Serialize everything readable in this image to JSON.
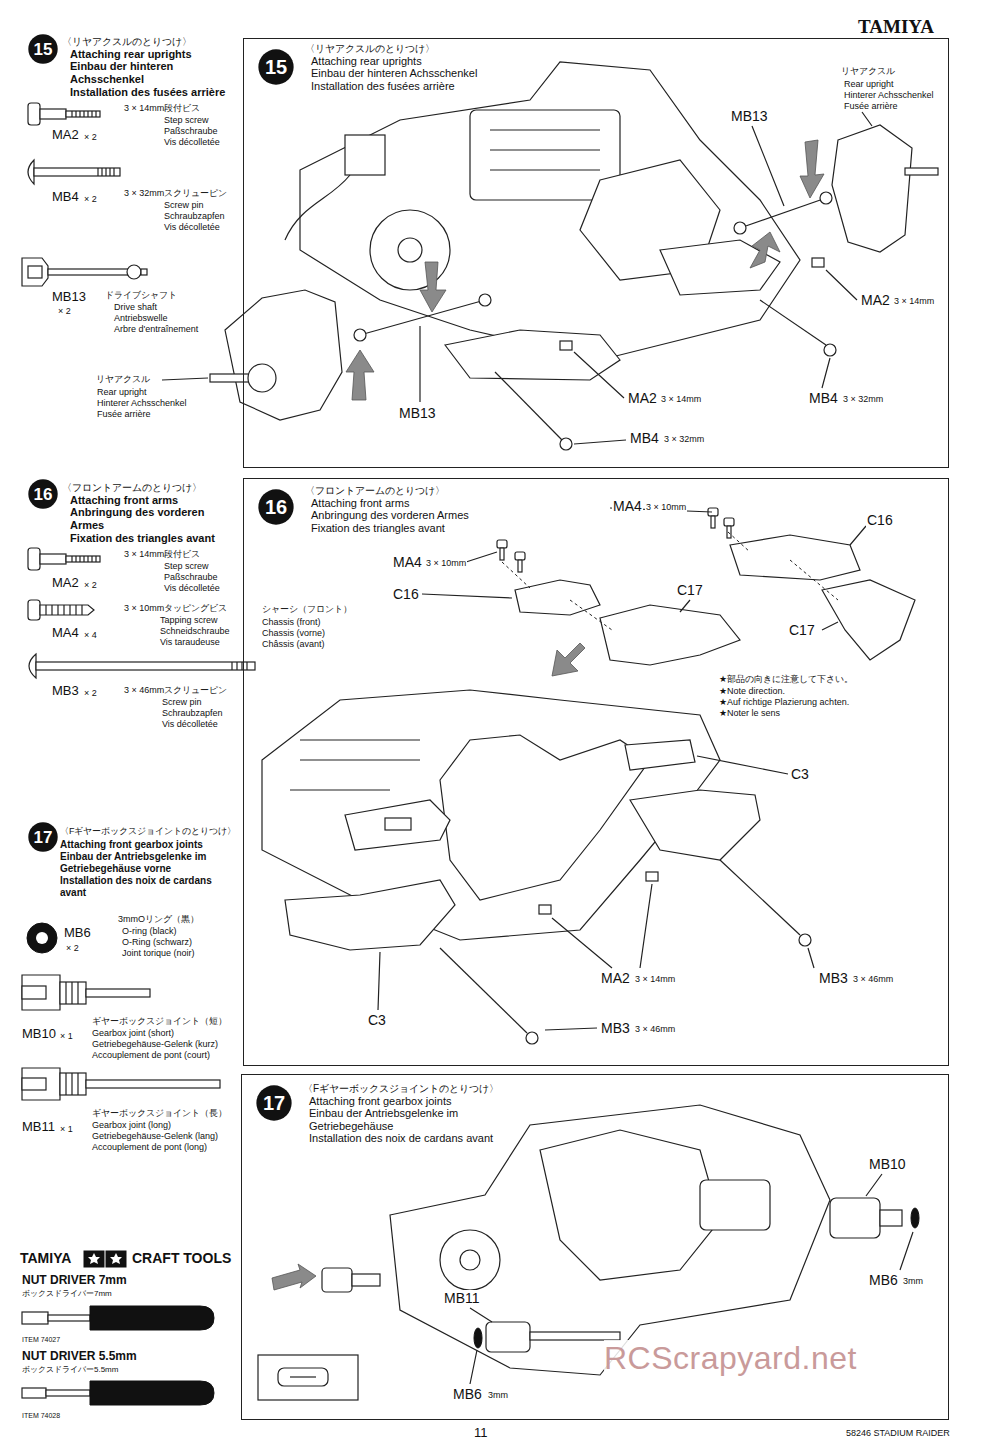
{
  "diagram": {
    "nodes": [
      {
        "text": [
          "15"
        ]
      },
      {
        "text": [
          "〈リヤアクスルのとりつけ〉",
          "Attaching rear uprights",
          "Einbau der hinteren Achsschenkel",
          "Installation des fusées arrière"
        ]
      },
      {
        "text": [
          "15"
        ],
        "in": 1
      },
      {
        "text": [
          "16"
        ]
      },
      {
        "text": [
          "〈フロントアームのとりつけ〉",
          "Attaching front arms",
          "Anbringung des vorderen Armes",
          "Fixation des triangles avant"
        ]
      },
      {
        "text": [
          "16"
        ],
        "in": 4
      },
      {
        "text": [
          "17"
        ]
      },
      {
        "text": [
          "〈Fギヤーボックスジョイントのとりつけ〉",
          "Attaching front gearbox joints",
          "Einbau der Antriebsgelenke im Getriebegehäuse",
          "Installation des noix de cardans avant"
        ]
      },
      {
        "text": [
          "17"
        ],
        "in": 7
      }
    ],
    "labels": [
      "TAMIYA",
      "〈リヤアクスルのとりつけ〉",
      "Attaching rear uprights",
      "Einbau der hinteren Achsschenkel",
      "Installation des fusées arrière",
      "3 × 14mm段付ビス",
      "Step screw",
      "Paßschraube",
      "Vis décolletée",
      "MA2",
      "× 2",
      "3 × 32mmスクリューピン",
      "Screw pin",
      "Schraubzapfen",
      "Vis décolletée",
      "MB4",
      "× 2",
      "MB13",
      "× 2",
      "ドライブシャフト",
      "Drive shaft",
      "Antriebswelle",
      "Arbre d'entraînement",
      "リヤアクスル",
      "Rear upright",
      "Hinterer Achsschenkel",
      "Fusée arrière",
      "MB13",
      "MA2",
      "3 × 14mm",
      "MA2",
      "3 × 14mm",
      "MB4",
      "3 × 32mm",
      "MB4",
      "3 × 32mm",
      "MB13",
      "リヤアクスル",
      "Rear upright",
      "Hinterer Achsschenkel",
      "Fusée arrière",
      "〈フロントアームのとりつけ〉",
      "Attaching front arms",
      "Anbringung des vorderen Armes",
      "Fixation des triangles avant",
      "3 × 14mm段付ビス",
      "Step screw",
      "Paßschraube",
      "Vis décolletée",
      "MA2",
      "× 2",
      "3 × 10mmタッピングビス",
      "Tapping screw",
      "Schneidschraube",
      "Vis taraudeuse",
      "MA4",
      "× 4",
      "3 × 46mmスクリューピン",
      "Screw pin",
      "Schraubzapfen",
      "Vis décolletée",
      "MB3",
      "× 2",
      "MA4",
      "3 × 10mm",
      "C16",
      "MA4",
      "3 × 10mm",
      "C16",
      "C17",
      "C17",
      "シャーシ（フロント）",
      "Chassis (front)",
      "Chassis (vorne)",
      "Châssis (avant)",
      "★部品の向きに注意して下さい。",
      "★Note direction.",
      "★Auf richtige Plazierung achten.",
      "★Noter le sens",
      "C3",
      "MA2",
      "3 × 14mm",
      "MB3",
      "3 × 46mm",
      "C3",
      "MB3",
      "3 × 46mm",
      "〈Fギヤーボックスジョイントのとりつけ〉",
      "Attaching front gearbox joints",
      "Einbau der Antriebsgelenke im Getriebegehäuse vorne",
      "Installation des noix de cardans avant",
      "3mmOリング（黒）",
      "O-ring (black)",
      "O-Ring (schwarz)",
      "Joint torique (noir)",
      "MB6",
      "× 2",
      "ギヤーボックスジョイント（短）",
      "Gearbox joint (short)",
      "Getriebegehäuse-Gelenk (kurz)",
      "Accouplement de pont (court)",
      "MB10",
      "× 1",
      "ギヤーボックスジョイント（長）",
      "Gearbox joint (long)",
      "Getriebegehäuse-Gelenk (lang)",
      "Accouplement de pont (long)",
      "MB11",
      "× 1",
      "TAMIYA",
      "CRAFT TOOLS",
      "NUT DRIVER 7mm",
      "ボックスドライバー7mm",
      "ITEM 74027",
      "NUT DRIVER 5.5mm",
      "ボックスドライバー5.5mm",
      "ITEM 74028",
      "MB10",
      "MB6",
      "3mm",
      "MB11",
      "MB6",
      "3mm",
      "11",
      "58246 STADIUM RAIDER",
      "RCScrapyard.net"
    ]
  }
}
